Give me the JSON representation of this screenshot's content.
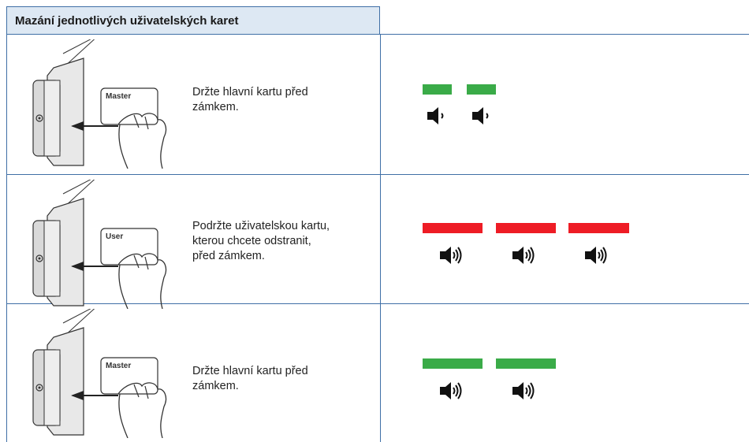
{
  "header": {
    "title": "Mazání jednotlivých uživatelských karet"
  },
  "rows": [
    {
      "card_label": "Master",
      "instruction": [
        "Držte hlavní kartu před",
        "zámkem."
      ],
      "signals": {
        "color": "#3aab48",
        "led": "green",
        "count": 2,
        "bar_length": "short",
        "sound": "short beep",
        "icon": "speaker-short-beep-icon"
      }
    },
    {
      "card_label": "User",
      "instruction": [
        "Podržte uživatelskou kartu,",
        "kterou chcete odstranit,",
        "před zámkem."
      ],
      "signals": {
        "color": "#ee1c25",
        "led": "red",
        "count": 3,
        "bar_length": "long",
        "sound": "long beep",
        "icon": "speaker-long-beep-icon"
      }
    },
    {
      "card_label": "Master",
      "instruction": [
        "Držte hlavní kartu před",
        "zámkem."
      ],
      "signals": {
        "color": "#3aab48",
        "led": "green",
        "count": 2,
        "bar_length": "long",
        "sound": "long beep",
        "icon": "speaker-long-beep-icon"
      }
    }
  ]
}
